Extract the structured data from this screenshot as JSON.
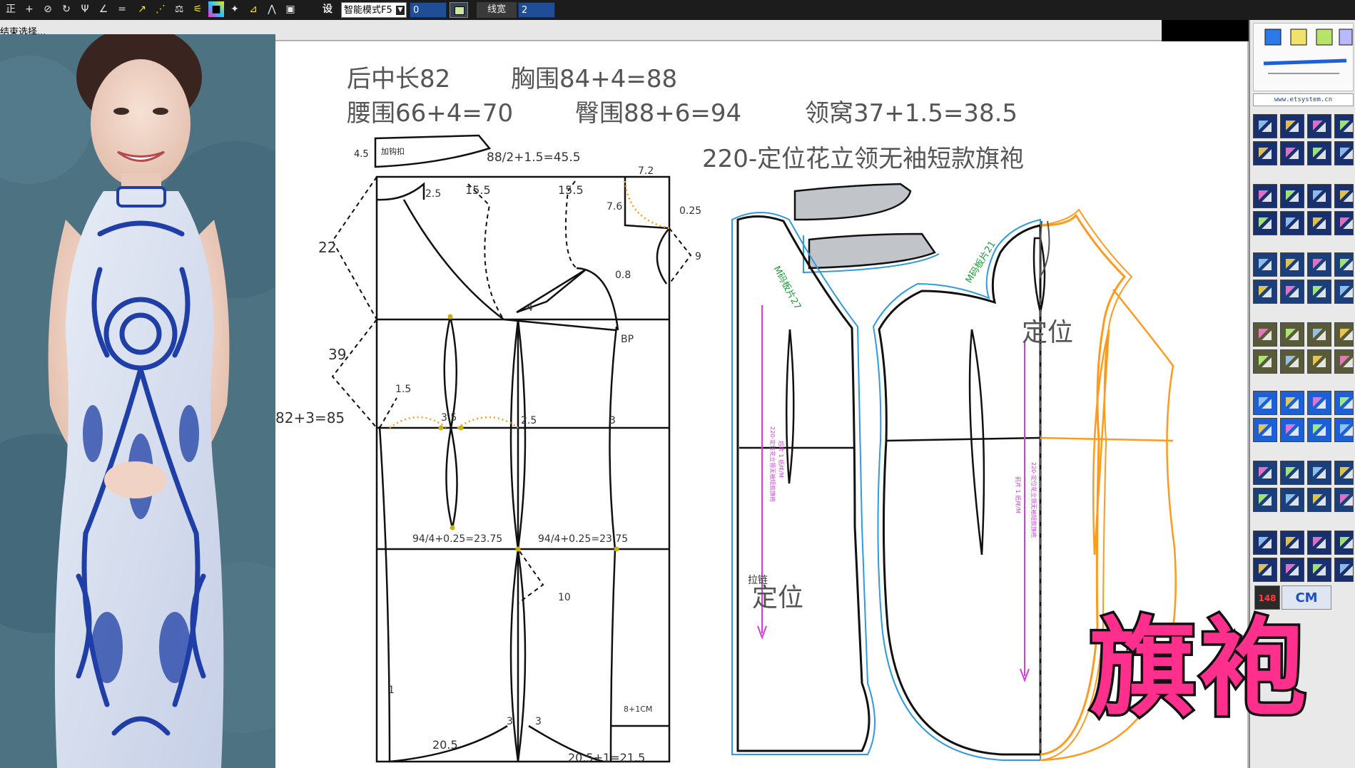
{
  "toolbar": {
    "tools": [
      {
        "icon": "text-tool-icon",
        "glyph": "正"
      },
      {
        "icon": "plus-icon",
        "glyph": "+"
      },
      {
        "icon": "select-icon",
        "glyph": "⊘"
      },
      {
        "icon": "rotate-icon",
        "glyph": "↻"
      },
      {
        "icon": "fork-icon",
        "glyph": "Ψ"
      },
      {
        "icon": "angle-icon",
        "glyph": "∠"
      },
      {
        "icon": "parallel-icon",
        "glyph": "="
      },
      {
        "icon": "pen-icon",
        "glyph": "↗"
      },
      {
        "icon": "hatch-icon",
        "glyph": "⋰"
      },
      {
        "icon": "measure-icon",
        "glyph": "⚖"
      },
      {
        "icon": "scale-icon",
        "glyph": "⚟"
      },
      {
        "icon": "color-icon",
        "glyph": "■"
      },
      {
        "icon": "star-icon",
        "glyph": "✦"
      },
      {
        "icon": "grade-icon",
        "glyph": "⊿"
      },
      {
        "icon": "node-icon",
        "glyph": "⋀"
      },
      {
        "icon": "image-icon",
        "glyph": "▣"
      }
    ],
    "settings_label": "设",
    "mode_value": "智能模式F5",
    "number_value": "0",
    "line_width_label": "线宽",
    "line_width_value": "2"
  },
  "status_text": "结束选择...",
  "measurements": {
    "line1a": "后中长82",
    "line1b": "胸围84+4=88",
    "line2a": "腰围66+4=70",
    "line2b": "臀围88+6=94",
    "line2c": "领窝37+1.5=38.5",
    "title": "220-定位花立领无袖短款旗袍"
  },
  "draft_labels": {
    "collar_height": "4.5",
    "collar_note": "加钩扣",
    "bust_formula": "88/2+1.5=45.5",
    "neck_width_a": "2.5",
    "back_width": "15.5",
    "front_width": "15.5",
    "neck_front_w": "7.2",
    "neck_front_d": "7.6",
    "shoulder_drop": "0.25",
    "armhole_a": "9",
    "dart_08": "0.8",
    "num_4": "4",
    "bp": "BP",
    "num_22": "22",
    "num_39": "39",
    "hip_formula": "82+3=85",
    "num_15": "1.5",
    "num_35": "3.5",
    "num_25": "2.5",
    "num_3": "3",
    "hip_back": "94/4+0.25=23.75",
    "hip_front": "94/4+0.25=23.75",
    "num_10": "10",
    "num_1": "1",
    "hem_num3a": "3",
    "hem_num3b": "3",
    "slit_note": "8+1CM",
    "hem_back": "20.5",
    "hem_front": "20.5+1=21.5"
  },
  "pattern_labels": {
    "back_piece_label": "M码板片27",
    "front_piece_label": "M码板片21",
    "locate_front": "定位",
    "locate_back": "定位",
    "zipper": "拉链",
    "back_grain_note": "220-定位花立领无袖短款旗袍",
    "back_grain_note2": "后片 1 纸样/M",
    "front_grain_note": "220-定位花立领无袖短款旗袍",
    "front_grain_note2": "前片 1 纸样/M"
  },
  "palette": {
    "url": "www.etsystem.cn",
    "page_number": "148",
    "unit": "CM"
  },
  "overlay_title": "旗袍",
  "colors": {
    "pattern_line": "#111111",
    "seam_line": "#2f9ade",
    "orange_piece": "#ff9a1e",
    "grain_arrow": "#d63be0",
    "label_green": "#1d9d3a",
    "overlay_pink": "#ff2f8e",
    "collar_fill": "#c1c4c9"
  }
}
